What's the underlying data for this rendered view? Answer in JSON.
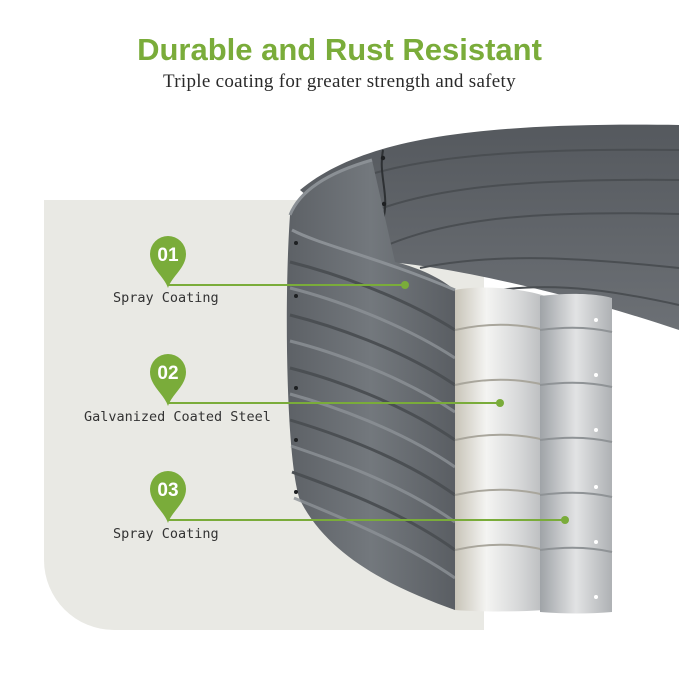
{
  "header": {
    "title": "Durable and Rust Resistant",
    "subtitle": "Triple coating for greater strength and safety"
  },
  "layers": [
    {
      "number": "01",
      "label": "Spray Coating"
    },
    {
      "number": "02",
      "label": "Galvanized Coated Steel"
    },
    {
      "number": "03",
      "label": "Spray Coating"
    }
  ],
  "colors": {
    "accent_green": "#7aac3a",
    "panel": "#e9e9e4",
    "steel_gray": "#6e7378"
  }
}
